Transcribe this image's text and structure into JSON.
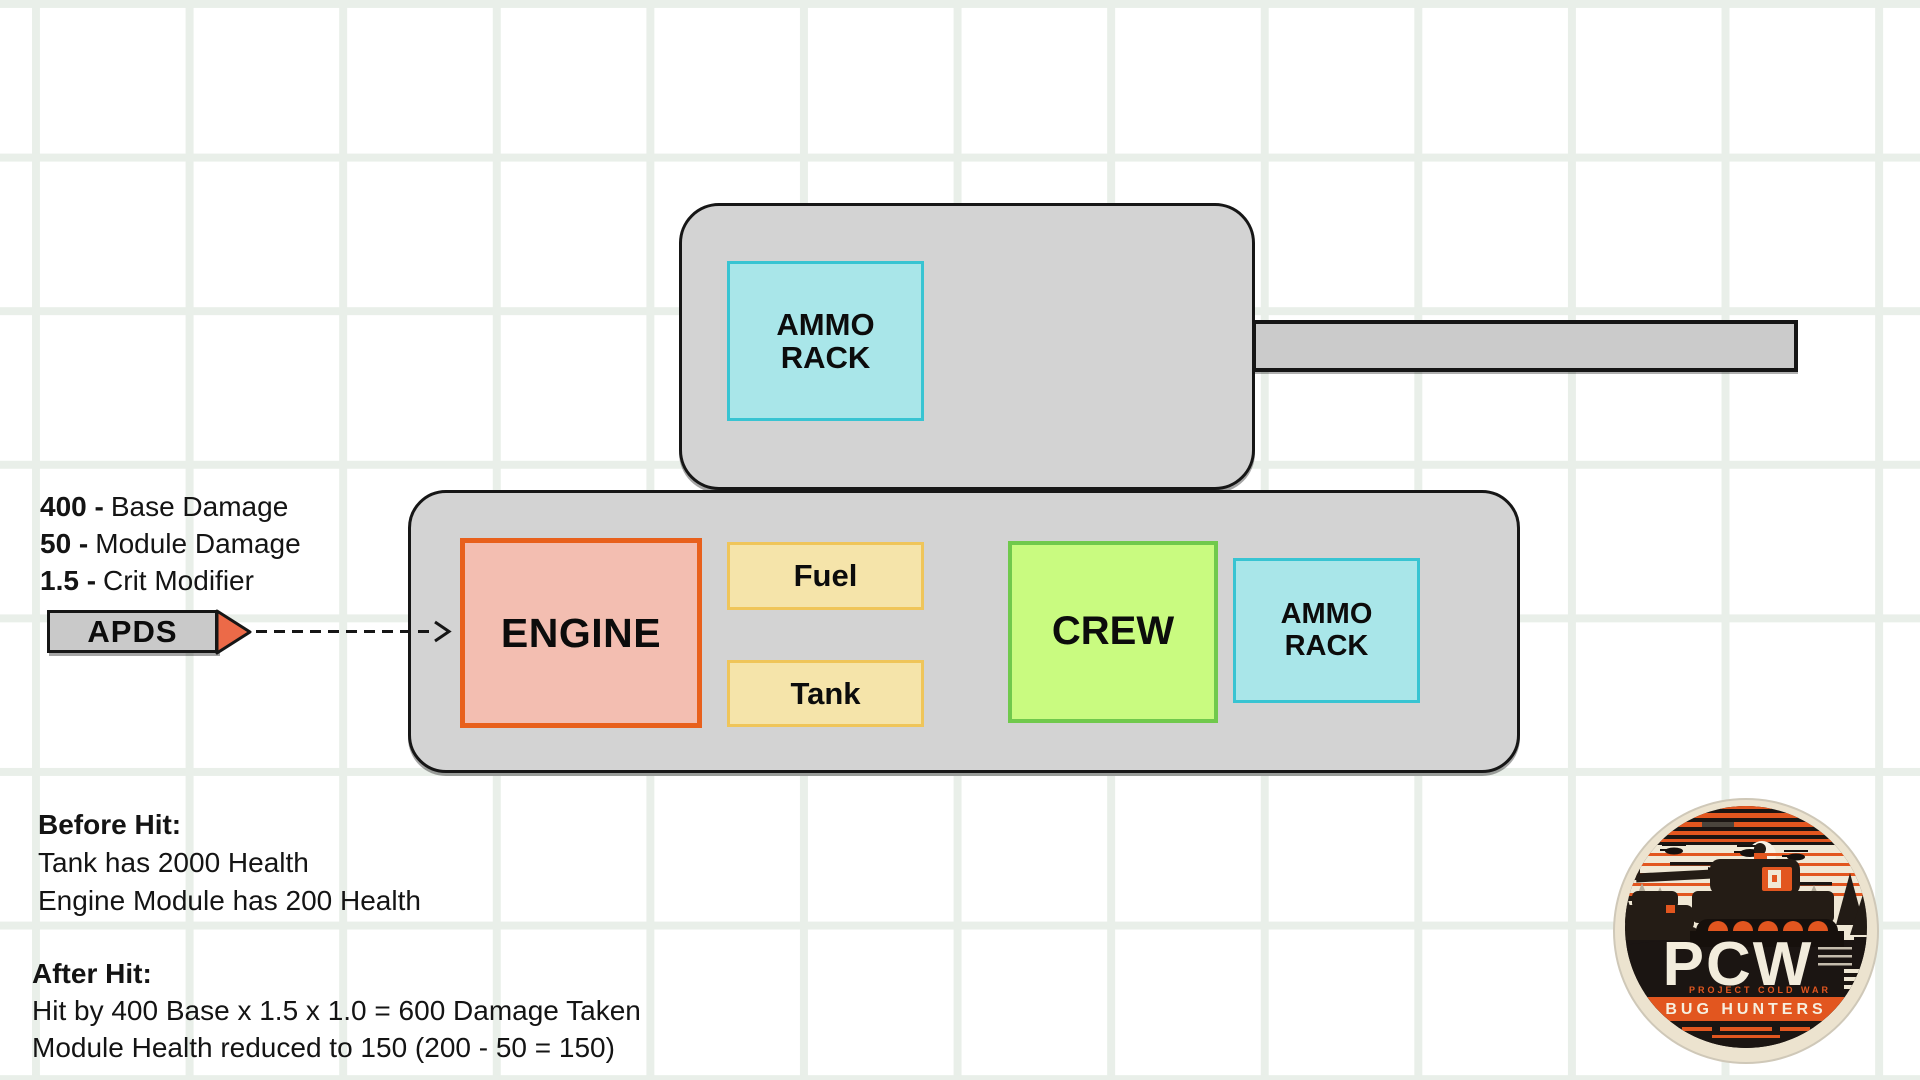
{
  "palette": {
    "grid_line": "#e9efe9",
    "tank_body_gray": "#d3d3d3",
    "outline_black": "#161616",
    "engine_fill": "#f3beb1",
    "engine_border": "#e8601c",
    "fuel_fill": "#f5e4aa",
    "fuel_border": "#efc55a",
    "crew_fill": "#c9fb80",
    "crew_border": "#70c94c",
    "ammo_fill": "#a9e6e9",
    "ammo_border": "#38c4d2",
    "projectile_tip": "#ec6a48",
    "logo_orange": "#e2561f",
    "logo_cream": "#efe7d4",
    "logo_dark": "#1b1512"
  },
  "damage_stats": [
    {
      "bold": "400 -",
      "rest": "Base Damage"
    },
    {
      "bold": "50 -",
      "rest": "Module Damage"
    },
    {
      "bold": "1.5 -",
      "rest": "Crit Modifier"
    }
  ],
  "projectile": {
    "label": "APDS"
  },
  "tank": {
    "turret_ammo_rack": {
      "line1": "AMMO",
      "line2": "RACK"
    },
    "engine": "ENGINE",
    "fuel": "Fuel",
    "tank_module": "Tank",
    "crew": "CREW",
    "hull_ammo_rack": {
      "line1": "AMMO",
      "line2": "RACK"
    }
  },
  "before_hit": {
    "title": "Before Hit:",
    "line1": "Tank has 2000 Health",
    "line2": "Engine Module has 200 Health"
  },
  "after_hit": {
    "title": "After Hit:",
    "line1": "Hit by 400 Base x 1.5 x 1.0 = 600 Damage Taken",
    "line2": "Module Health reduced to 150 (200 - 50 = 150)"
  },
  "logo": {
    "acronym": "PCW",
    "subtitle": "PROJECT COLD WAR",
    "banner": "BUG HUNTERS"
  }
}
